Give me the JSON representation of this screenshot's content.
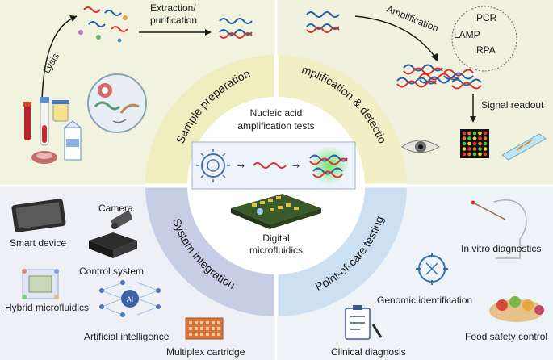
{
  "colors": {
    "q_top_left": "#f2f3df",
    "q_top_right": "#f1f1e0",
    "q_bottom_left": "#eef0f6",
    "q_bottom_right": "#eef3f8",
    "ring_top_left": "#eeeebe",
    "ring_top_right": "#f1efc6",
    "ring_bottom_left": "#c8cde6",
    "ring_bottom_right": "#cde0f1",
    "dna_blue": "#1f5fa8",
    "dna_red": "#d6322c",
    "virus": "#4a6fa8",
    "glow_green": "#6fe05c"
  },
  "quadrants": {
    "sample_preparation": "Sample preparation",
    "amplification_detection": "Amplification & detection",
    "system_integration": "System integration",
    "point_of_care": "Point-of-care testing"
  },
  "center": {
    "title_line1": "Nucleic acid",
    "title_line2": "amplification tests",
    "chip_line1": "Digital",
    "chip_line2": "microfluidics"
  },
  "sample_prep": {
    "lysis": "Lysis",
    "extraction_line1": "Extraction/",
    "extraction_line2": "purification"
  },
  "amplification": {
    "label": "Amplification",
    "methods": [
      "PCR",
      "LAMP",
      "RPA"
    ],
    "signal_readout": "Signal readout"
  },
  "system": {
    "smart_device": "Smart device",
    "camera": "Camera",
    "control_system": "Control system",
    "hybrid": "Hybrid microfluidics",
    "ai": "Artificial intelligence",
    "ai_badge": "AI",
    "cartridge": "Multiplex cartridge"
  },
  "poct": {
    "in_vitro": "In vitro diagnostics",
    "genomic": "Genomic identification",
    "food": "Food safety control",
    "clinical": "Clinical diagnosis"
  }
}
